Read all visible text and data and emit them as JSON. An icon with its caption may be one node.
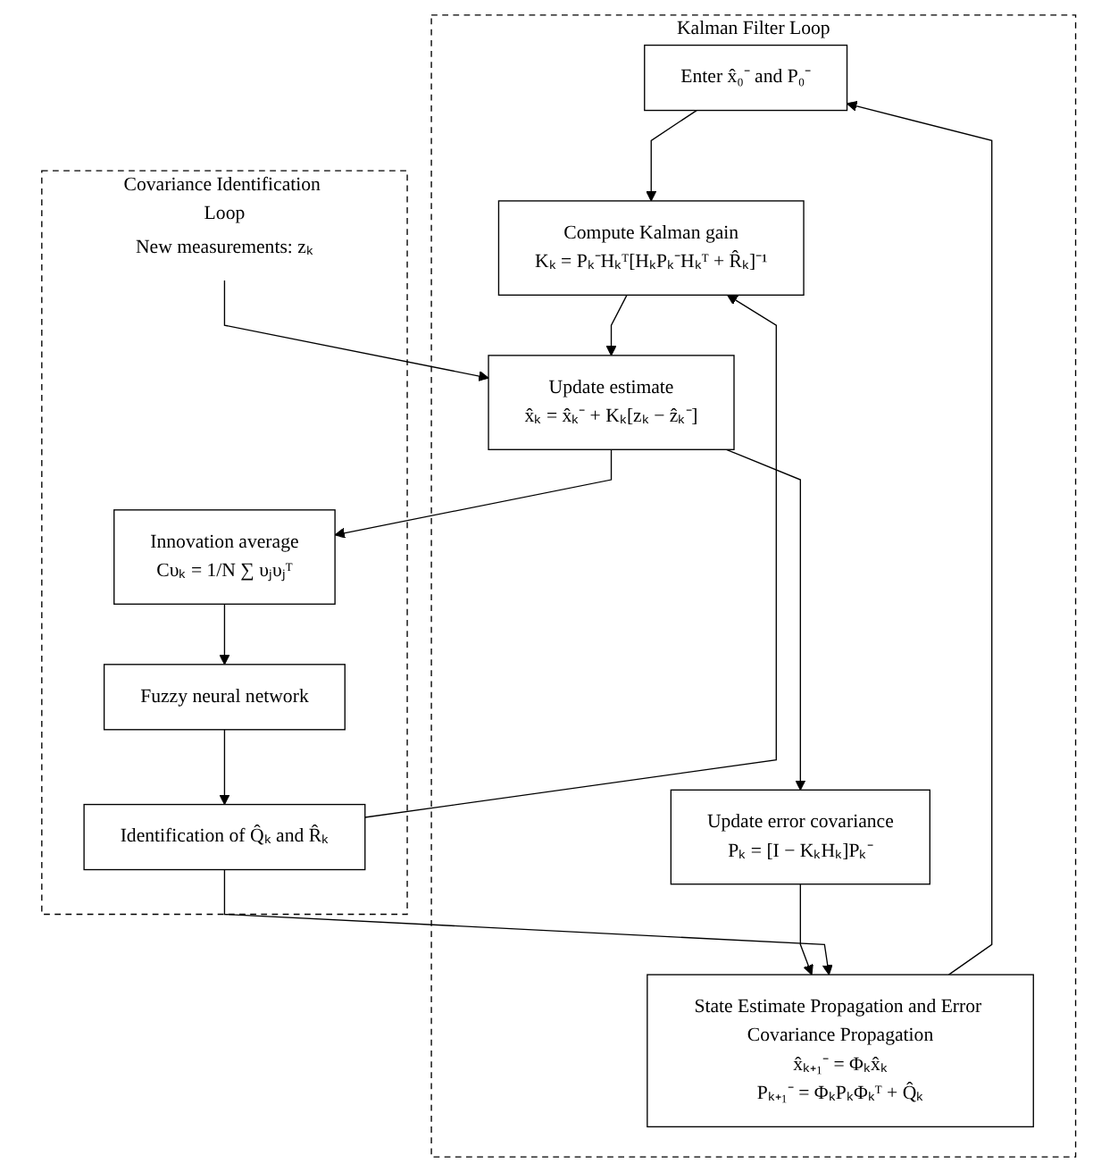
{
  "diagram": {
    "nodes": [
      {
        "text": [
          "Kalman Filter Loop"
        ]
      },
      {
        "text": [
          "Covariance Identification Loop"
        ]
      },
      {
        "text": [
          "Enter x̂₀⁻ and P₀⁻"
        ],
        "in": 0
      },
      {
        "text": [
          "Compute Kalman gain",
          "Kₖ = Pₖ⁻Hₖᵀ[HₖPₖ⁻Hₖᵀ + R̂ₖ]⁻¹"
        ],
        "in": 0
      },
      {
        "text": [
          "Update estimate",
          "x̂ₖ = x̂ₖ⁻ + Kₖ[zₖ − ẑₖ⁻]"
        ],
        "in": 0
      },
      {
        "text": [
          "Update error covariance",
          "Pₖ = [I − KₖHₖ]Pₖ⁻"
        ],
        "in": 0
      },
      {
        "text": [
          "State Estimate Propagation and Error Covariance Propagation",
          "x̂ₖ₊₁⁻ = Φₖx̂ₖ",
          "Pₖ₊₁⁻ = ΦₖPₖΦₖᵀ + Q̂ₖ"
        ],
        "in": 0
      },
      {
        "text": [
          "New measurements: zₖ"
        ],
        "in": 1
      },
      {
        "text": [
          "Innovation average",
          "Cυₖ = 1/N ∑ υⱼυⱼᵀ"
        ],
        "in": 1
      },
      {
        "text": [
          "Fuzzy neural network"
        ],
        "in": 1
      },
      {
        "text": [
          "Identification of Q̂ₖ and R̂ₖ"
        ],
        "in": 1
      }
    ],
    "edges": [
      {
        "from": 2,
        "to": 3,
        "arrow": "to"
      },
      {
        "from": 3,
        "to": 4,
        "arrow": "to"
      },
      {
        "from": 4,
        "to": 5,
        "arrow": "to"
      },
      {
        "from": 5,
        "to": 6,
        "arrow": "to"
      },
      {
        "from": 6,
        "to": 2,
        "arrow": "to"
      },
      {
        "from": 7,
        "to": 4,
        "arrow": "to"
      },
      {
        "from": 4,
        "to": 8,
        "arrow": "to"
      },
      {
        "from": 8,
        "to": 9,
        "arrow": "to"
      },
      {
        "from": 9,
        "to": 10,
        "arrow": "to"
      },
      {
        "from": 10,
        "to": 6,
        "arrow": "to"
      },
      {
        "from": 10,
        "to": 3,
        "arrow": "to"
      }
    ]
  }
}
